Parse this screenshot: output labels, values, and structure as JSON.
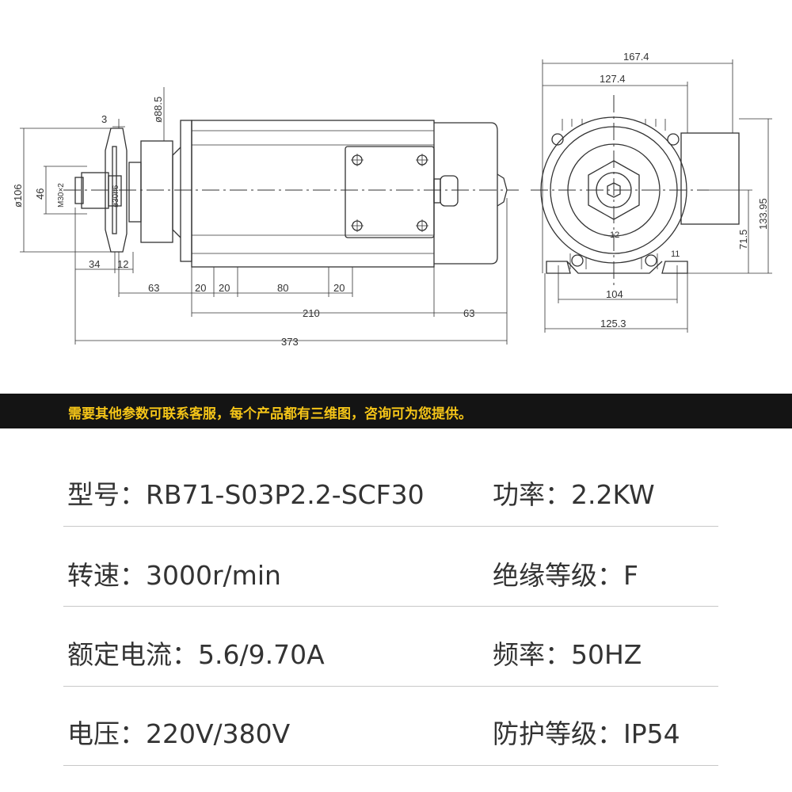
{
  "drawing": {
    "side_view": {
      "dim_overall": "373",
      "dim_body": "210",
      "dim_rear": "63",
      "dim_front": "63",
      "dim_a": "20",
      "dim_b": "20",
      "dim_c": "80",
      "dim_d": "20",
      "dim_nut": "34",
      "dim_plate": "12",
      "dim_thickness": "3",
      "dim_flange_dia": "ø106",
      "dim_nut_dia": "46",
      "dim_thread": "M30×2",
      "dim_shaft": "ø30h6",
      "dim_boss_dia": "ø88.5"
    },
    "front_view": {
      "dim_total_width": "167.4",
      "dim_body_width": "127.4",
      "dim_height": "133.95",
      "dim_center_height": "71.5",
      "dim_hole_spacing": "104",
      "dim_base_width": "125.3",
      "dim_slot": "11",
      "dim_key": "12"
    }
  },
  "banner": {
    "text": "需要其他参数可联系客服，每个产品都有三维图，咨询可为您提供。",
    "bg_color": "#141414",
    "text_color": "#f5c518"
  },
  "specs": [
    {
      "left": "型号：RB71-S03P2.2-SCF30",
      "right": "功率：2.2KW"
    },
    {
      "left": "转速：3000r/min",
      "right": "绝缘等级：F"
    },
    {
      "left": "额定电流：5.6/9.70A",
      "right": "频率：50HZ"
    },
    {
      "left": "电压：220V/380V",
      "right": "防护等级：IP54"
    }
  ]
}
